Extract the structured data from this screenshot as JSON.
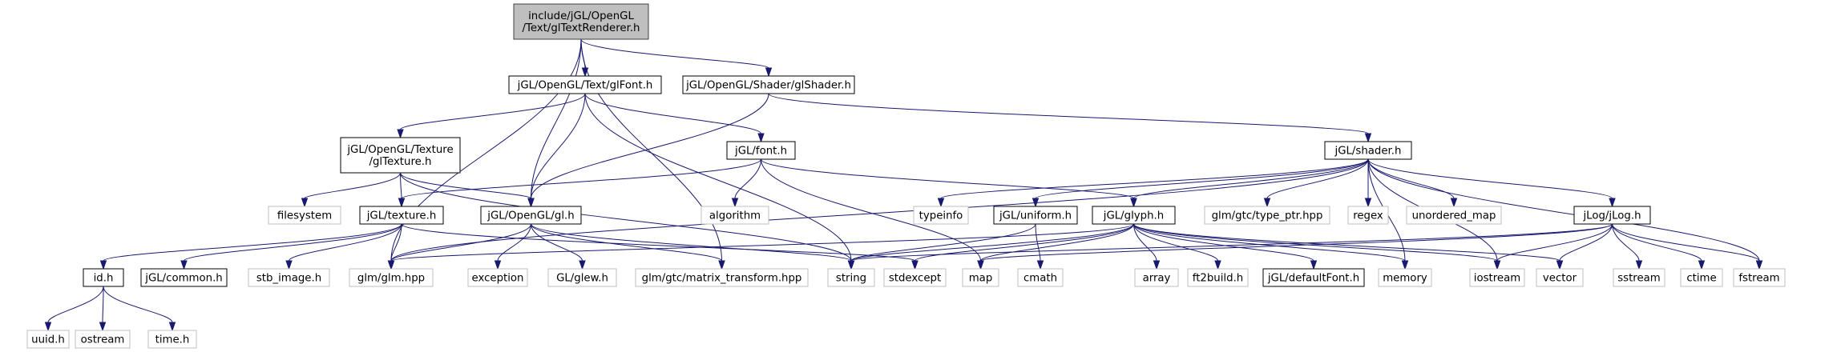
{
  "graph": {
    "nodes": [
      {
        "id": "root",
        "lines": [
          "include/jGL/OpenGL",
          "/Text/glTextRenderer.h"
        ],
        "kind": "root"
      },
      {
        "id": "glfont",
        "lines": [
          "jGL/OpenGL/Text/glFont.h"
        ],
        "kind": "internal"
      },
      {
        "id": "glshader",
        "lines": [
          "jGL/OpenGL/Shader/glShader.h"
        ],
        "kind": "internal"
      },
      {
        "id": "gltexture",
        "lines": [
          "jGL/OpenGL/Texture",
          "/glTexture.h"
        ],
        "kind": "internal"
      },
      {
        "id": "font",
        "lines": [
          "jGL/font.h"
        ],
        "kind": "internal"
      },
      {
        "id": "shader",
        "lines": [
          "jGL/shader.h"
        ],
        "kind": "internal"
      },
      {
        "id": "filesystem",
        "lines": [
          "filesystem"
        ],
        "kind": "external"
      },
      {
        "id": "texture",
        "lines": [
          "jGL/texture.h"
        ],
        "kind": "internal"
      },
      {
        "id": "gl",
        "lines": [
          "jGL/OpenGL/gl.h"
        ],
        "kind": "internal"
      },
      {
        "id": "algorithm",
        "lines": [
          "algorithm"
        ],
        "kind": "external"
      },
      {
        "id": "typeinfo",
        "lines": [
          "typeinfo"
        ],
        "kind": "external"
      },
      {
        "id": "uniform",
        "lines": [
          "jGL/uniform.h"
        ],
        "kind": "internal"
      },
      {
        "id": "glyph",
        "lines": [
          "jGL/glyph.h"
        ],
        "kind": "internal"
      },
      {
        "id": "typeptr",
        "lines": [
          "glm/gtc/type_ptr.hpp"
        ],
        "kind": "external"
      },
      {
        "id": "regex",
        "lines": [
          "regex"
        ],
        "kind": "external"
      },
      {
        "id": "umap",
        "lines": [
          "unordered_map"
        ],
        "kind": "external"
      },
      {
        "id": "jlog",
        "lines": [
          "jLog/jLog.h"
        ],
        "kind": "internal"
      },
      {
        "id": "idh",
        "lines": [
          "id.h"
        ],
        "kind": "internal"
      },
      {
        "id": "common",
        "lines": [
          "jGL/common.h"
        ],
        "kind": "internal"
      },
      {
        "id": "stbimage",
        "lines": [
          "stb_image.h"
        ],
        "kind": "external"
      },
      {
        "id": "glm",
        "lines": [
          "glm/glm.hpp"
        ],
        "kind": "external"
      },
      {
        "id": "exception",
        "lines": [
          "exception"
        ],
        "kind": "external"
      },
      {
        "id": "glew",
        "lines": [
          "GL/glew.h"
        ],
        "kind": "external"
      },
      {
        "id": "mattrans",
        "lines": [
          "glm/gtc/matrix_transform.hpp"
        ],
        "kind": "external"
      },
      {
        "id": "string",
        "lines": [
          "string"
        ],
        "kind": "external"
      },
      {
        "id": "stdexcept",
        "lines": [
          "stdexcept"
        ],
        "kind": "external"
      },
      {
        "id": "map",
        "lines": [
          "map"
        ],
        "kind": "external"
      },
      {
        "id": "cmath",
        "lines": [
          "cmath"
        ],
        "kind": "external"
      },
      {
        "id": "array",
        "lines": [
          "array"
        ],
        "kind": "external"
      },
      {
        "id": "ft2build",
        "lines": [
          "ft2build.h"
        ],
        "kind": "external"
      },
      {
        "id": "defaultfont",
        "lines": [
          "jGL/defaultFont.h"
        ],
        "kind": "internal"
      },
      {
        "id": "memory",
        "lines": [
          "memory"
        ],
        "kind": "external"
      },
      {
        "id": "iostream",
        "lines": [
          "iostream"
        ],
        "kind": "external"
      },
      {
        "id": "vector",
        "lines": [
          "vector"
        ],
        "kind": "external"
      },
      {
        "id": "sstream",
        "lines": [
          "sstream"
        ],
        "kind": "external"
      },
      {
        "id": "ctime",
        "lines": [
          "ctime"
        ],
        "kind": "external"
      },
      {
        "id": "fstream",
        "lines": [
          "fstream"
        ],
        "kind": "external"
      },
      {
        "id": "uuid",
        "lines": [
          "uuid.h"
        ],
        "kind": "external"
      },
      {
        "id": "ostream",
        "lines": [
          "ostream"
        ],
        "kind": "external"
      },
      {
        "id": "timeh",
        "lines": [
          "time.h"
        ],
        "kind": "external"
      }
    ],
    "edges": [
      [
        "root",
        "glfont"
      ],
      [
        "root",
        "glshader"
      ],
      [
        "root",
        "gl"
      ],
      [
        "root",
        "glm"
      ],
      [
        "root",
        "mattrans"
      ],
      [
        "glfont",
        "gltexture"
      ],
      [
        "glfont",
        "font"
      ],
      [
        "glfont",
        "gl"
      ],
      [
        "glfont",
        "string"
      ],
      [
        "glshader",
        "gl"
      ],
      [
        "glshader",
        "shader"
      ],
      [
        "gltexture",
        "filesystem"
      ],
      [
        "gltexture",
        "texture"
      ],
      [
        "gltexture",
        "gl"
      ],
      [
        "gltexture",
        "string"
      ],
      [
        "font",
        "texture"
      ],
      [
        "font",
        "algorithm"
      ],
      [
        "font",
        "glyph"
      ],
      [
        "font",
        "map"
      ],
      [
        "shader",
        "typeinfo"
      ],
      [
        "shader",
        "uniform"
      ],
      [
        "shader",
        "glyph"
      ],
      [
        "shader",
        "typeptr"
      ],
      [
        "shader",
        "regex"
      ],
      [
        "shader",
        "umap"
      ],
      [
        "shader",
        "jlog"
      ],
      [
        "shader",
        "memory"
      ],
      [
        "shader",
        "iostream"
      ],
      [
        "shader",
        "fstream"
      ],
      [
        "shader",
        "glm"
      ],
      [
        "texture",
        "idh"
      ],
      [
        "texture",
        "common"
      ],
      [
        "texture",
        "stbimage"
      ],
      [
        "texture",
        "glm"
      ],
      [
        "texture",
        "stdexcept"
      ],
      [
        "gl",
        "glm"
      ],
      [
        "gl",
        "exception"
      ],
      [
        "gl",
        "glew"
      ],
      [
        "gl",
        "mattrans"
      ],
      [
        "gl",
        "string"
      ],
      [
        "uniform",
        "string"
      ],
      [
        "uniform",
        "cmath"
      ],
      [
        "glyph",
        "glm"
      ],
      [
        "glyph",
        "string"
      ],
      [
        "glyph",
        "stdexcept"
      ],
      [
        "glyph",
        "map"
      ],
      [
        "glyph",
        "array"
      ],
      [
        "glyph",
        "ft2build"
      ],
      [
        "glyph",
        "defaultfont"
      ],
      [
        "glyph",
        "memory"
      ],
      [
        "glyph",
        "iostream"
      ],
      [
        "glyph",
        "vector"
      ],
      [
        "jlog",
        "map"
      ],
      [
        "jlog",
        "iostream"
      ],
      [
        "jlog",
        "vector"
      ],
      [
        "jlog",
        "sstream"
      ],
      [
        "jlog",
        "ctime"
      ],
      [
        "jlog",
        "fstream"
      ],
      [
        "jlog",
        "string"
      ],
      [
        "idh",
        "uuid"
      ],
      [
        "idh",
        "ostream"
      ],
      [
        "idh",
        "timeh"
      ]
    ]
  }
}
